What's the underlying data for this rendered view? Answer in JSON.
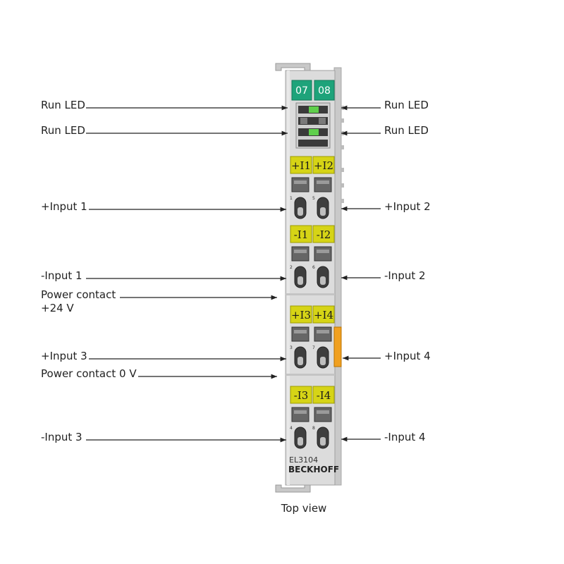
{
  "module": {
    "model": "EL3104",
    "brand": "BECKHOFF",
    "header_numbers": [
      "07",
      "08"
    ],
    "terminal_labels": [
      [
        "+I1",
        "+I2"
      ],
      [
        "-I1",
        "-I2"
      ],
      [
        "+I3",
        "+I4"
      ],
      [
        "-I3",
        "-I4"
      ]
    ],
    "pin_numbers": [
      [
        "1",
        "5"
      ],
      [
        "2",
        "6"
      ],
      [
        "3",
        "7"
      ],
      [
        "4",
        "8"
      ]
    ],
    "colors": {
      "header_green": "#1ea37a",
      "terminal_yellow": "#d6d416",
      "body_gray": "#dcdcdc",
      "contact_orange": "#f0a020"
    }
  },
  "labels": {
    "run_led_left_1": "Run LED",
    "run_led_left_2": "Run LED",
    "run_led_right_1": "Run LED",
    "run_led_right_2": "Run LED",
    "input_plus_1": "+Input 1",
    "input_plus_2": "+Input 2",
    "input_minus_1": "-Input 1",
    "input_minus_2": "-Input 2",
    "power_24v_line1": "Power contact",
    "power_24v_line2": "+24 V",
    "input_plus_3": "+Input 3",
    "input_plus_4": "+Input 4",
    "power_0v": "Power contact 0 V",
    "input_minus_3": "-Input 3",
    "input_minus_4": "-Input 4"
  },
  "caption": "Top view"
}
